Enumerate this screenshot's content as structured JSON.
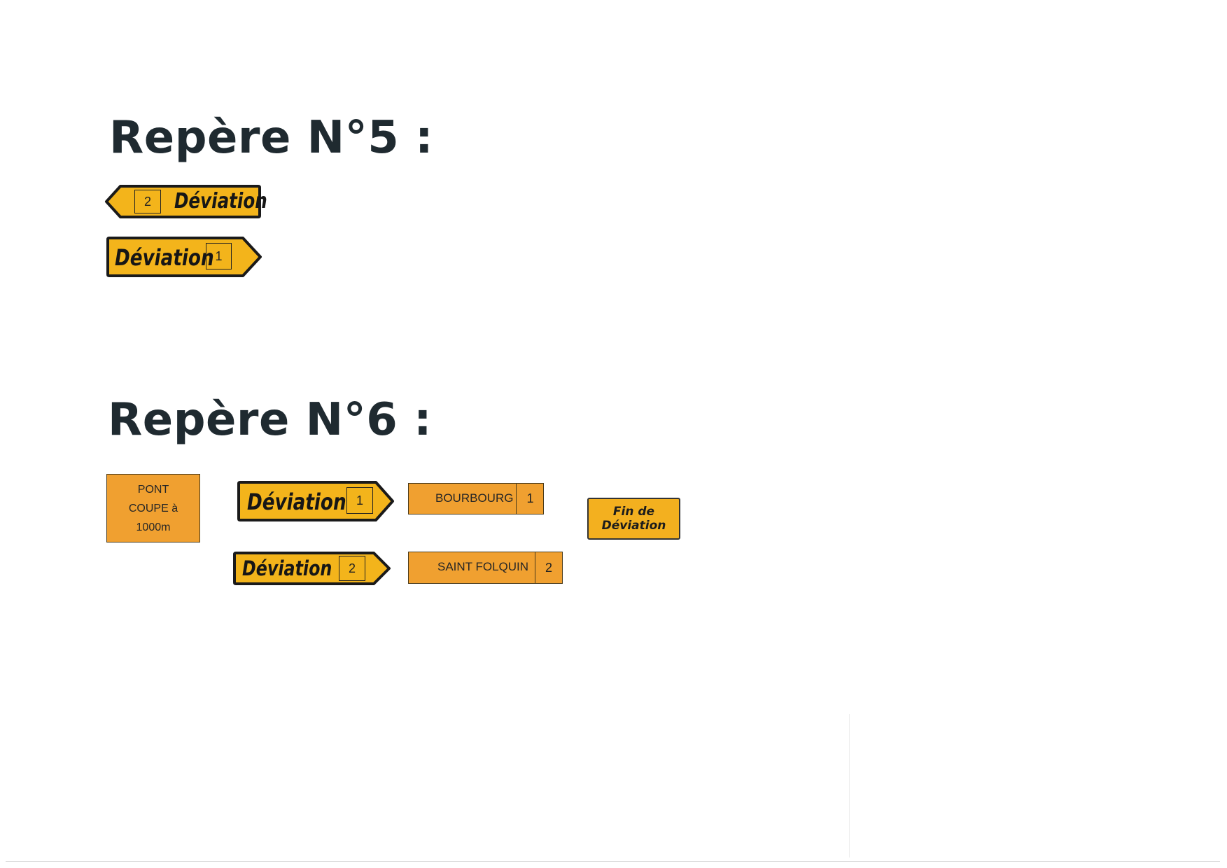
{
  "repere5": {
    "heading": "Repère N°5 :",
    "signs": [
      {
        "text": "Déviation",
        "number": "2",
        "direction": "left"
      },
      {
        "text": "Déviation",
        "number": "1",
        "direction": "right"
      }
    ]
  },
  "repere6": {
    "heading": "Repère N°6 :",
    "pont_panel": {
      "line1": "PONT",
      "line2": "COUPE à",
      "line3": "1000m"
    },
    "signs": [
      {
        "text": "Déviation",
        "number": "1",
        "direction": "right"
      },
      {
        "text": "Déviation",
        "number": "2",
        "direction": "right"
      }
    ],
    "destination_plates": [
      {
        "label": "BOURBOURG",
        "number": "1"
      },
      {
        "label": "SAINT FOLQUIN",
        "number": "2"
      }
    ],
    "end_sign": {
      "line1": "Fin de",
      "line2": "Déviation"
    }
  },
  "colors": {
    "sign_yellow": "#f3b41b",
    "plate_orange": "#f0a030",
    "heading_text": "#1f2a30",
    "outline": "#1a1a1a"
  }
}
